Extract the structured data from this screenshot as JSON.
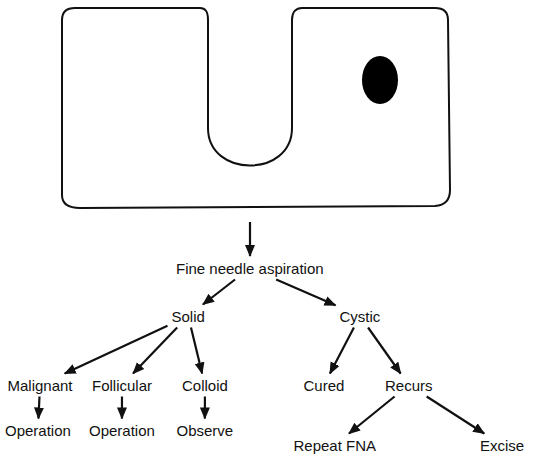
{
  "diagram": {
    "nodes": [
      {
        "text": [
          "Fine needle aspiration"
        ]
      },
      {
        "text": [
          "Solid"
        ]
      },
      {
        "text": [
          "Cystic"
        ]
      },
      {
        "text": [
          "Malignant"
        ]
      },
      {
        "text": [
          "Follicular"
        ]
      },
      {
        "text": [
          "Colloid"
        ]
      },
      {
        "text": [
          "Cured"
        ]
      },
      {
        "text": [
          "Recurs"
        ]
      },
      {
        "text": [
          "Operation"
        ]
      },
      {
        "text": [
          "Operation"
        ]
      },
      {
        "text": [
          "Observe"
        ]
      },
      {
        "text": [
          "Repeat FNA"
        ]
      },
      {
        "text": [
          "Excise"
        ]
      }
    ],
    "edges": [
      {
        "from": 0,
        "to": 1,
        "arrow": "to"
      },
      {
        "from": 0,
        "to": 2,
        "arrow": "to"
      },
      {
        "from": 1,
        "to": 3,
        "arrow": "to"
      },
      {
        "from": 1,
        "to": 4,
        "arrow": "to"
      },
      {
        "from": 1,
        "to": 5,
        "arrow": "to"
      },
      {
        "from": 2,
        "to": 6,
        "arrow": "to"
      },
      {
        "from": 2,
        "to": 7,
        "arrow": "to"
      },
      {
        "from": 3,
        "to": 8,
        "arrow": "to"
      },
      {
        "from": 4,
        "to": 9,
        "arrow": "to"
      },
      {
        "from": 5,
        "to": 10,
        "arrow": "to"
      },
      {
        "from": 7,
        "to": 11,
        "arrow": "to"
      },
      {
        "from": 7,
        "to": 12,
        "arrow": "to"
      }
    ]
  }
}
